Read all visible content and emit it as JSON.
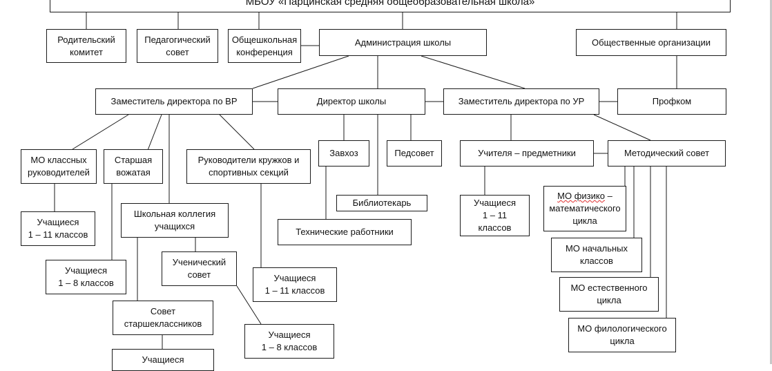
{
  "diagram": {
    "title": "МБОУ «Парцинская средняя общеобразовательная школа»",
    "nodes": {
      "parents_committee": "Родительский\nкомитет",
      "pedagogical_council_top": "Педагогический\nсовет",
      "school_conference": "Общешкольная\nконференция",
      "administration": "Администрация школы",
      "public_orgs": "Общественные организации",
      "deputy_vr": "Заместитель директора по ВР",
      "director": "Директор школы",
      "deputy_ur": "Заместитель директора по УР",
      "trade_union": "Профком",
      "mo_class_teachers": "МО классных\nруководителей",
      "senior_counselor": "Старшая\nвожатая",
      "club_leaders": "Руководители кружков и\nспортивных секций",
      "supply_manager": "Завхоз",
      "ped_council": "Педсовет",
      "subject_teachers": "Учителя – предметники",
      "methodical_council": "Методический совет",
      "librarian": "Библиотекарь",
      "students_collegium": "Школьная коллегия\nучащихся",
      "technical_staff": "Технические работники",
      "students_1_11_a": "Учащиеся\n1 – 11 классов",
      "students_1_11_b": "Учащиеся\n1 – 11\nклассов",
      "mo_physics_math_pre": "МО физико",
      "mo_physics_math_post": " –\nматематического\nцикла",
      "mo_primary": "МО начальных\nклассов",
      "students_1_8_a": "Учащиеся\n1 – 8 классов",
      "student_council": "Ученический\nсовет",
      "students_1_11_c": "Учащиеся\n1 – 11 классов",
      "mo_natural": "МО естественного\nцикла",
      "senior_students_council": "Совет\nстаршеклассников",
      "students_1_8_b": "Учащиеся\n1 – 8 классов",
      "mo_philology": "МО филологического\nцикла",
      "students_bottom": "Учащиеся"
    }
  }
}
